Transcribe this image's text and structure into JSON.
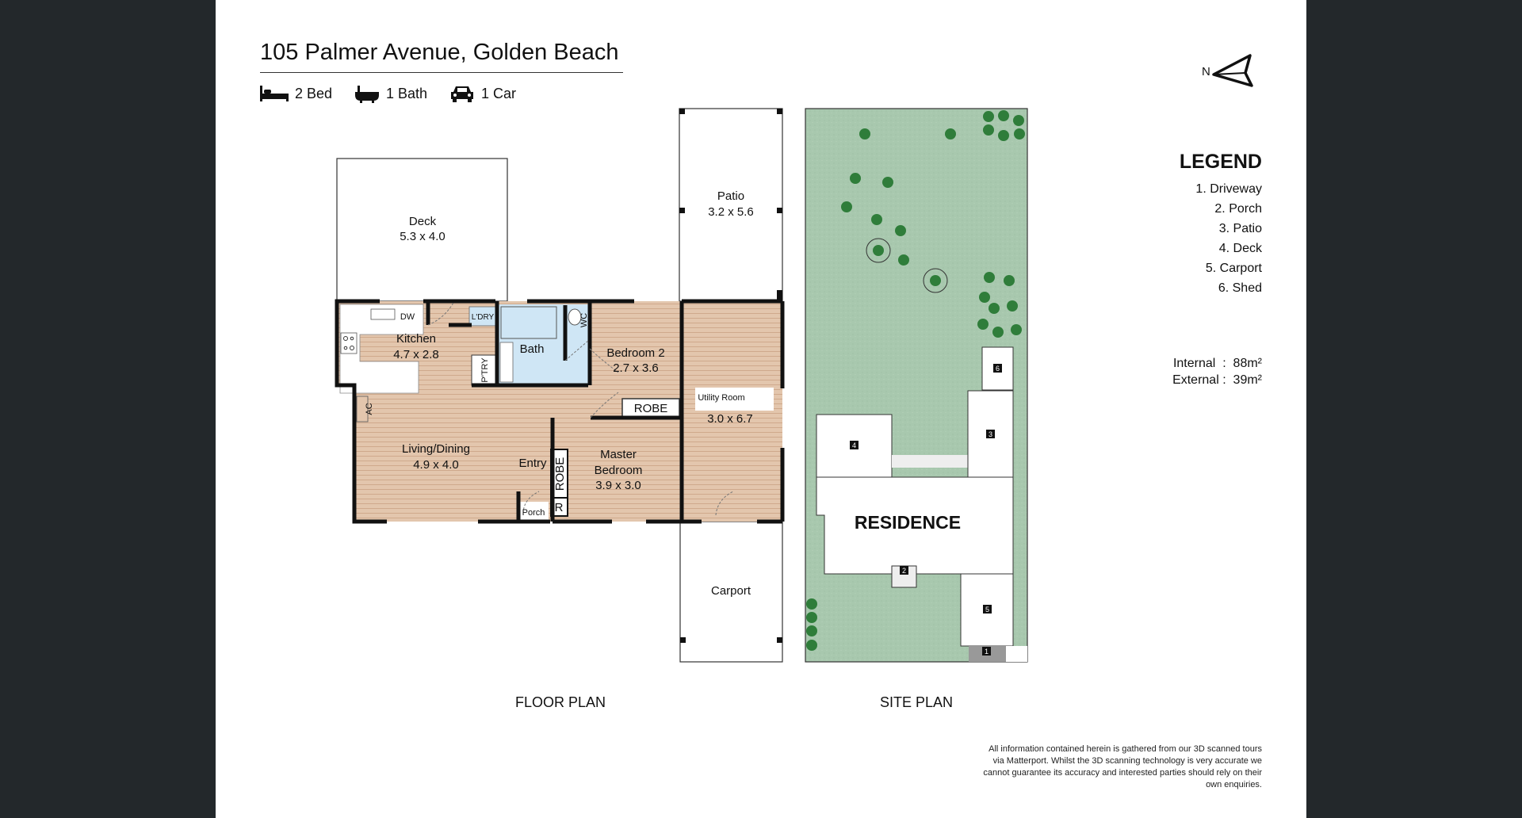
{
  "header": {
    "title": "105 Palmer Avenue, Golden Beach",
    "features": [
      {
        "icon": "bed-icon",
        "label": "2 Bed"
      },
      {
        "icon": "bath-icon",
        "label": "1 Bath"
      },
      {
        "icon": "car-icon",
        "label": "1 Car"
      }
    ]
  },
  "compass": {
    "label": "N"
  },
  "legend": {
    "title": "LEGEND",
    "items": [
      "1. Driveway",
      "2. Porch",
      "3. Patio",
      "4. Deck",
      "5. Carport",
      "6. Shed"
    ]
  },
  "areas": {
    "internal": "Internal  :  88m²",
    "external": "External :  39m²"
  },
  "floor_plan": {
    "label": "FLOOR PLAN",
    "rooms": {
      "deck": {
        "name": "Deck",
        "size": "5.3 x 4.0"
      },
      "patio": {
        "name": "Patio",
        "size": "3.2 x 5.6"
      },
      "kitchen": {
        "name": "Kitchen",
        "size": "4.7 x 2.8"
      },
      "bath": {
        "name": "Bath"
      },
      "bedroom2": {
        "name": "Bedroom 2",
        "size": "2.7 x 3.6"
      },
      "utility": {
        "name": "Utility Room",
        "size": "3.0 x 6.7"
      },
      "living": {
        "name": "Living/Dining",
        "size": "4.9 x 4.0"
      },
      "entry": {
        "name": "Entry"
      },
      "master": {
        "name1": "Master",
        "name2": "Bedroom",
        "size": "3.9 x 3.0"
      },
      "carport": {
        "name": "Carport"
      },
      "porch": {
        "name": "Porch"
      }
    },
    "fixtures": {
      "dw": "DW",
      "ldry": "L'DRY",
      "ptry": "P'TRY",
      "wc": "WC",
      "ac": "AC",
      "robe1": "ROBE",
      "robe2": "ROBE",
      "r": "R"
    }
  },
  "site_plan": {
    "label": "SITE PLAN",
    "residence": "RESIDENCE",
    "markers": [
      "1",
      "2",
      "3",
      "4",
      "5",
      "6"
    ]
  },
  "disclaimer": "All information contained herein is gathered from our 3D scanned tours via Matterport. Whilst the 3D scanning technology is very accurate we cannot guarantee its accuracy and interested parties should rely on their own enquiries.",
  "colors": {
    "floor": "#e3c6ad",
    "wet": "#cfe6f5",
    "lawn": "#a8c8ae",
    "tree": "#2f7d3a",
    "background": "#23282b"
  }
}
